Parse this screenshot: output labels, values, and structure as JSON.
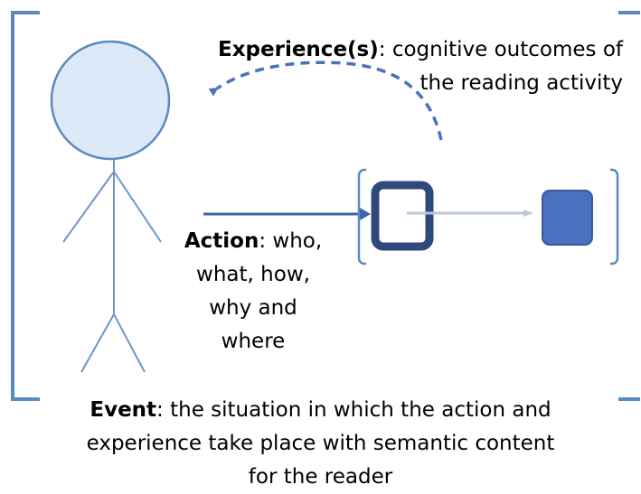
{
  "experience": {
    "term": "Experience(s)",
    "line1_rest": ": cognitive outcomes of",
    "line2": "the reading activity"
  },
  "action": {
    "term": "Action",
    "line1_rest": ": who,",
    "line2": "what, how,",
    "line3": "why and",
    "line4": "where"
  },
  "event": {
    "term": "Event",
    "line1_rest": ": the situation in which the action and",
    "line2": "experience take place with semantic content",
    "line3": "for the reader"
  },
  "colors": {
    "bracket": "#5b8ac0",
    "head_fill": "#dde8f8",
    "stick": "#6e96c8",
    "dark_square": "#2f4a7a",
    "filled_square": "#4a70c0",
    "arrow": "#3c64a8"
  }
}
